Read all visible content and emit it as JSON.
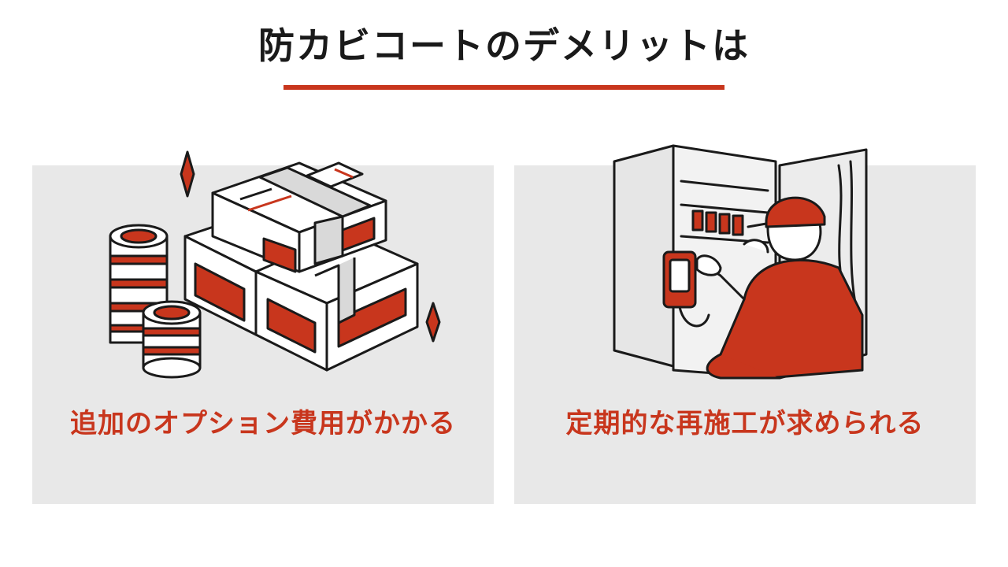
{
  "title": "防カビコートのデメリットは",
  "colors": {
    "accent": "#c8361d",
    "card_bg": "#e8e8e8",
    "ink": "#1a1a1a"
  },
  "cards": [
    {
      "caption": "追加のオプション費用がかかる",
      "icon": "money-stacks-illustration"
    },
    {
      "caption": "定期的な再施工が求められる",
      "icon": "technician-at-cabinet-illustration"
    }
  ]
}
